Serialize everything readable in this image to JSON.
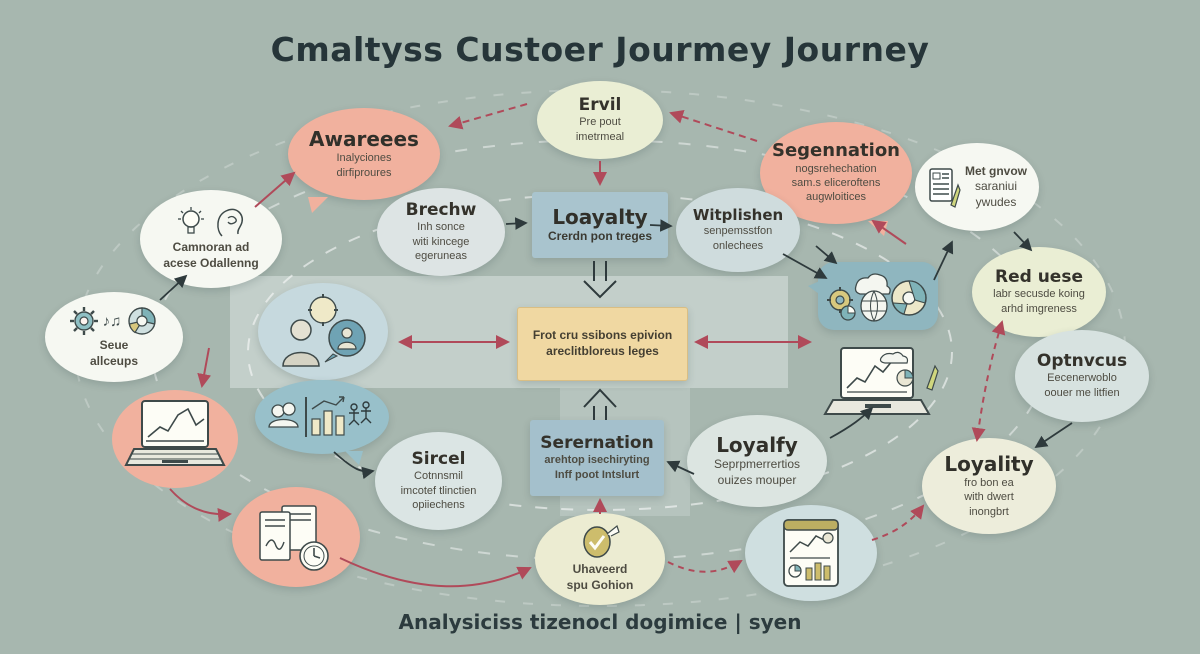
{
  "header": {
    "title": "Cmaltyss Custoer Jourmey Journey"
  },
  "footer": {
    "caption": "Analysiciss tizenocl dogimice | syen"
  },
  "colors": {
    "background": "#a7b7af",
    "salmon": "#f1b19e",
    "cream": "#eaeed4",
    "white_bubble": "#f6f8f2",
    "light_blue": "#cfdcdd",
    "pale_blue": "#d7e2e0",
    "blue_box": "#a9c4ce",
    "yellow_box": "#f0d8a2",
    "icon_box_blue": "#8fb6bf",
    "red_arrow": "#b04a5a",
    "dark_arrow": "#2e3a3c",
    "title_text": "#263539"
  },
  "icons": {
    "music_notes": "♪♫"
  },
  "nodes": {
    "ervil": {
      "title": "Ervil",
      "sub1": "Pre pout",
      "sub2": "imetrmeal"
    },
    "awareees": {
      "title": "Awareees",
      "sub1": "Inalyciones",
      "sub2": "dirfiproures"
    },
    "segennation": {
      "title": "Segennation",
      "sub1": "nogsrehechation",
      "sub2": "sam.s eliceroftens",
      "sub3": "augwloitices"
    },
    "met_gnvow": {
      "sub1": "Met gnvow",
      "sub2": "saraniui",
      "sub3": "ywudes"
    },
    "camnoran": {
      "sub1": "Camnoran ad",
      "sub2": "acese Odallenng"
    },
    "brechw": {
      "title": "Brechw",
      "sub1": "Inh sonce",
      "sub2": "witi kincege",
      "sub3": "egeruneas"
    },
    "loayalty_box": {
      "title": "Loayalty",
      "sub1": "Crerdn pon treges"
    },
    "witplishen": {
      "title": "Witplishen",
      "sub1": "senpemsstfon",
      "sub2": "onlechees"
    },
    "seue": {
      "sub1": "Seue",
      "sub2": "allceups"
    },
    "center_box": {
      "sub1": "Frot cru ssibons epivion",
      "sub2": "areclitbloreus leges"
    },
    "red_uese": {
      "title": "Red uese",
      "sub1": "labr secusde koing",
      "sub2": "arhd imgreness"
    },
    "optnvcus": {
      "title": "Optnvcus",
      "sub1": "Eecenerwoblo",
      "sub2": "oouer me litfien"
    },
    "sircel": {
      "title": "Sircel",
      "sub1": "Cotnnsmil",
      "sub2": "imcotef tlinctien",
      "sub3": "opiiechens"
    },
    "serernation_box": {
      "title": "Serernation",
      "sub1": "arehtop isechiryting",
      "sub2": "Inff poot Intslurt"
    },
    "loyalfy": {
      "title": "Loyalfy",
      "sub1": "Seprpmerrertios",
      "sub2": "ouizes mouper"
    },
    "loyality": {
      "title": "Loyality",
      "sub1": "fro bon ea",
      "sub2": "with dwert",
      "sub3": "inongbrt"
    },
    "uhaveerd": {
      "sub1": "Uhaveerd",
      "sub2": "spu Gohion"
    }
  }
}
